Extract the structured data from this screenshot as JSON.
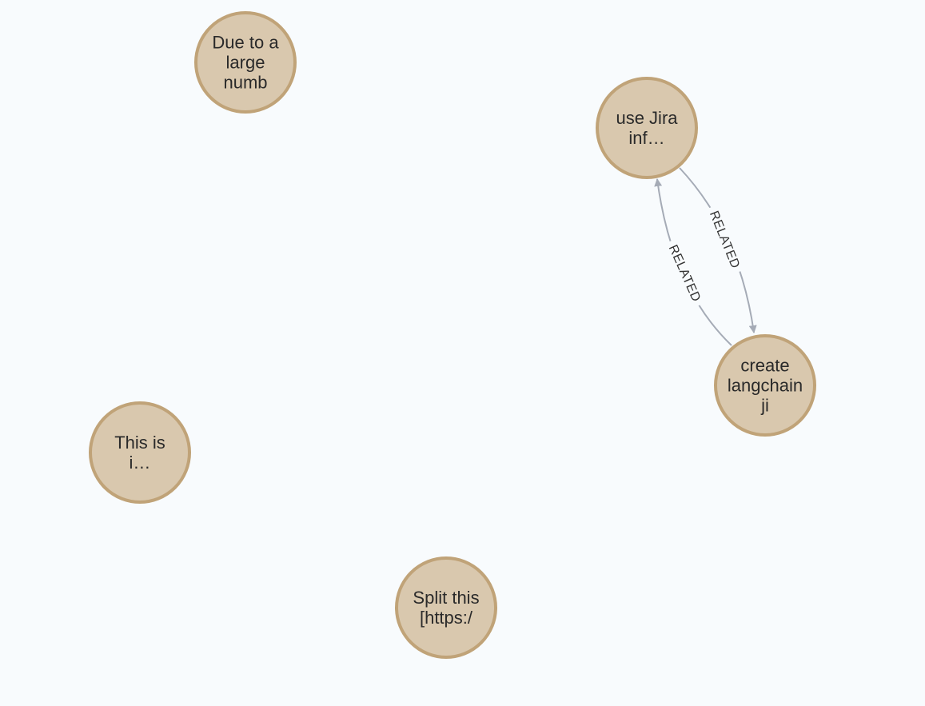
{
  "colors": {
    "background": "#f8fbfd",
    "node_fill": "#d9c8ae",
    "node_stroke": "#c0a378",
    "edge": "#a5abb6",
    "edge_label": "#333333",
    "node_text": "#2a2a2a"
  },
  "nodes": [
    {
      "id": "n1",
      "lines": [
        "Due to a",
        "large",
        "numb"
      ]
    },
    {
      "id": "n2",
      "lines": [
        "use Jira",
        "inf…"
      ]
    },
    {
      "id": "n3",
      "lines": [
        "create",
        "langchain",
        "ji"
      ]
    },
    {
      "id": "n4",
      "lines": [
        "This is",
        "i…"
      ]
    },
    {
      "id": "n5",
      "lines": [
        "Split this",
        "[https:/"
      ]
    }
  ],
  "edges": [
    {
      "id": "e1",
      "from": "n2",
      "to": "n3",
      "label": "RELATED"
    },
    {
      "id": "e2",
      "from": "n3",
      "to": "n2",
      "label": "RELATED"
    }
  ]
}
